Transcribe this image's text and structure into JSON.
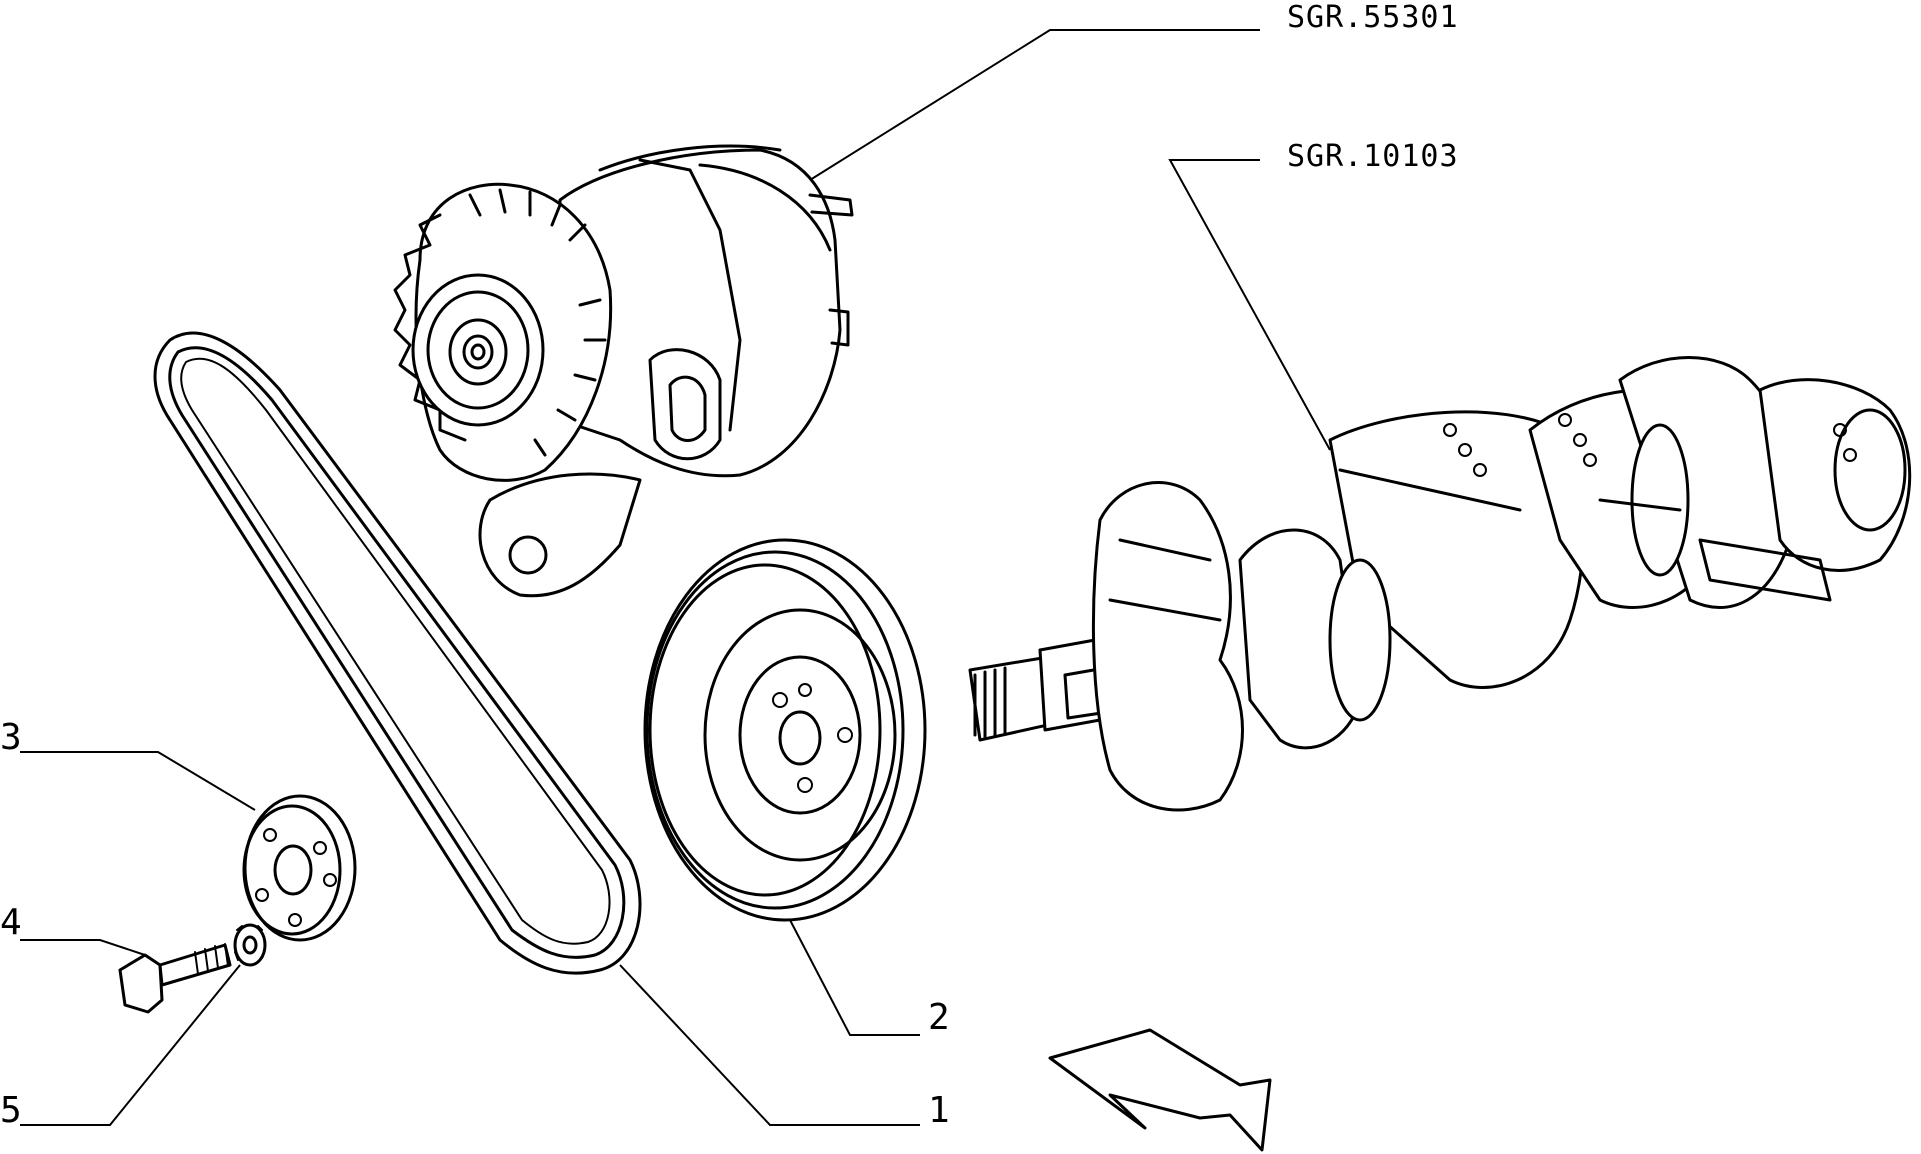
{
  "callouts": {
    "ref_alternator": "SGR.55301",
    "ref_crankshaft": "SGR.10103",
    "item_1": "1",
    "item_2": "2",
    "item_3": "3",
    "item_4": "4",
    "item_5": "5"
  },
  "colors": {
    "ink": "#000000",
    "background": "#ffffff"
  }
}
